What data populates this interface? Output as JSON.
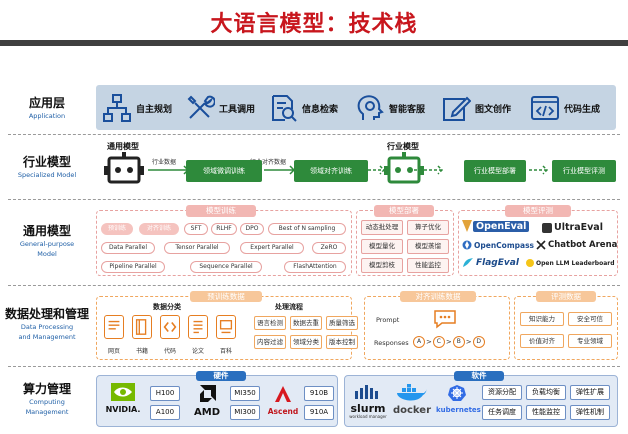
{
  "title": "大语言模型：技术栈",
  "layers": {
    "application": {
      "zh": "应用层",
      "en": "Application"
    },
    "specialized": {
      "zh": "行业模型",
      "en": "Specialized Model"
    },
    "general": {
      "zh": "通用模型",
      "en1": "General-purpose",
      "en2": "Model"
    },
    "data": {
      "zh": "数据处理和管理",
      "en1": "Data Processing",
      "en2": "and Management"
    },
    "compute": {
      "zh": "算力管理",
      "en1": "Computing",
      "en2": "Management"
    }
  },
  "apps": [
    {
      "label": "自主规划",
      "icon": "flowchart-icon"
    },
    {
      "label": "工具调用",
      "icon": "tools-icon"
    },
    {
      "label": "信息检索",
      "icon": "document-search-icon"
    },
    {
      "label": "智能客服",
      "icon": "head-service-icon"
    },
    {
      "label": "图文创作",
      "icon": "pencil-edit-icon"
    },
    {
      "label": "代码生成",
      "icon": "code-window-icon"
    }
  ],
  "specialized": {
    "general_robot": "通用模型",
    "industry_robot": "行业模型",
    "data_label": "行业数据",
    "align_data_label": "行业对齐数据",
    "steps": [
      "领域微调训练",
      "领域对齐训练",
      "行业模型部署",
      "行业模型评测"
    ]
  },
  "general": {
    "training": {
      "head": "模型训练",
      "r1": [
        "预训练",
        "对齐训练",
        "SFT",
        "RLHF",
        "DPO",
        "Best of N sampling"
      ],
      "r2": [
        "Data Parallel",
        "Tensor Parallel",
        "Expert Parallel",
        "ZeRO"
      ],
      "r3": [
        "Pipeline Parallel",
        "Sequence Parallel",
        "FlashAttention"
      ]
    },
    "deploy": {
      "head": "模型部署",
      "items": [
        "动态批处理",
        "算子优化",
        "模型量化",
        "模型蒸馏",
        "模型剪枝",
        "性能监控"
      ]
    },
    "eval": {
      "head": "模型评测",
      "logos": [
        "OpenEval",
        "UltraEval",
        "OpenCompass",
        "Chatbot Arena",
        "FlagEval",
        "Open LLM Leaderboard"
      ]
    }
  },
  "data": {
    "pretrain": {
      "head": "预训练数据",
      "cat_head": "数据分类",
      "cats": [
        "网页",
        "书籍",
        "代码",
        "论文",
        "百科"
      ],
      "proc_head": "处理流程",
      "proc": [
        "语言检测",
        "数据去重",
        "质量筛选",
        "内容过滤",
        "领域分类",
        "版本控制"
      ]
    },
    "align": {
      "head": "对齐训练数据",
      "prompt": "Prompt",
      "responses": "Responses",
      "order": [
        "A",
        "C",
        "B",
        "D"
      ]
    },
    "eval": {
      "head": "评测数据",
      "items": [
        "知识能力",
        "安全可信",
        "价值对齐",
        "专业领域"
      ]
    }
  },
  "compute": {
    "hw_head": "硬件",
    "sw_head": "软件",
    "hw": {
      "nvidia": "NVIDIA.",
      "nv_chips": [
        "H100",
        "A100"
      ],
      "amd": "AMD",
      "amd_chips": [
        "MI350",
        "MI300"
      ],
      "ascend": "Ascend",
      "ascend_chips": [
        "910B",
        "910A"
      ]
    },
    "sw": {
      "slurm": "slurm",
      "slurm_sub": "workload manager",
      "docker": "docker",
      "k8s": "kubernetes",
      "items": [
        "资源分配",
        "负载均衡",
        "弹性扩展",
        "任务调度",
        "性能监控",
        "弹性机制"
      ]
    }
  },
  "colors": {
    "title": "#c8161d",
    "green": "#2e8a3b",
    "blue": "#2a6fbf",
    "pink": "#f2b7b3",
    "orange": "#f7c79a"
  }
}
